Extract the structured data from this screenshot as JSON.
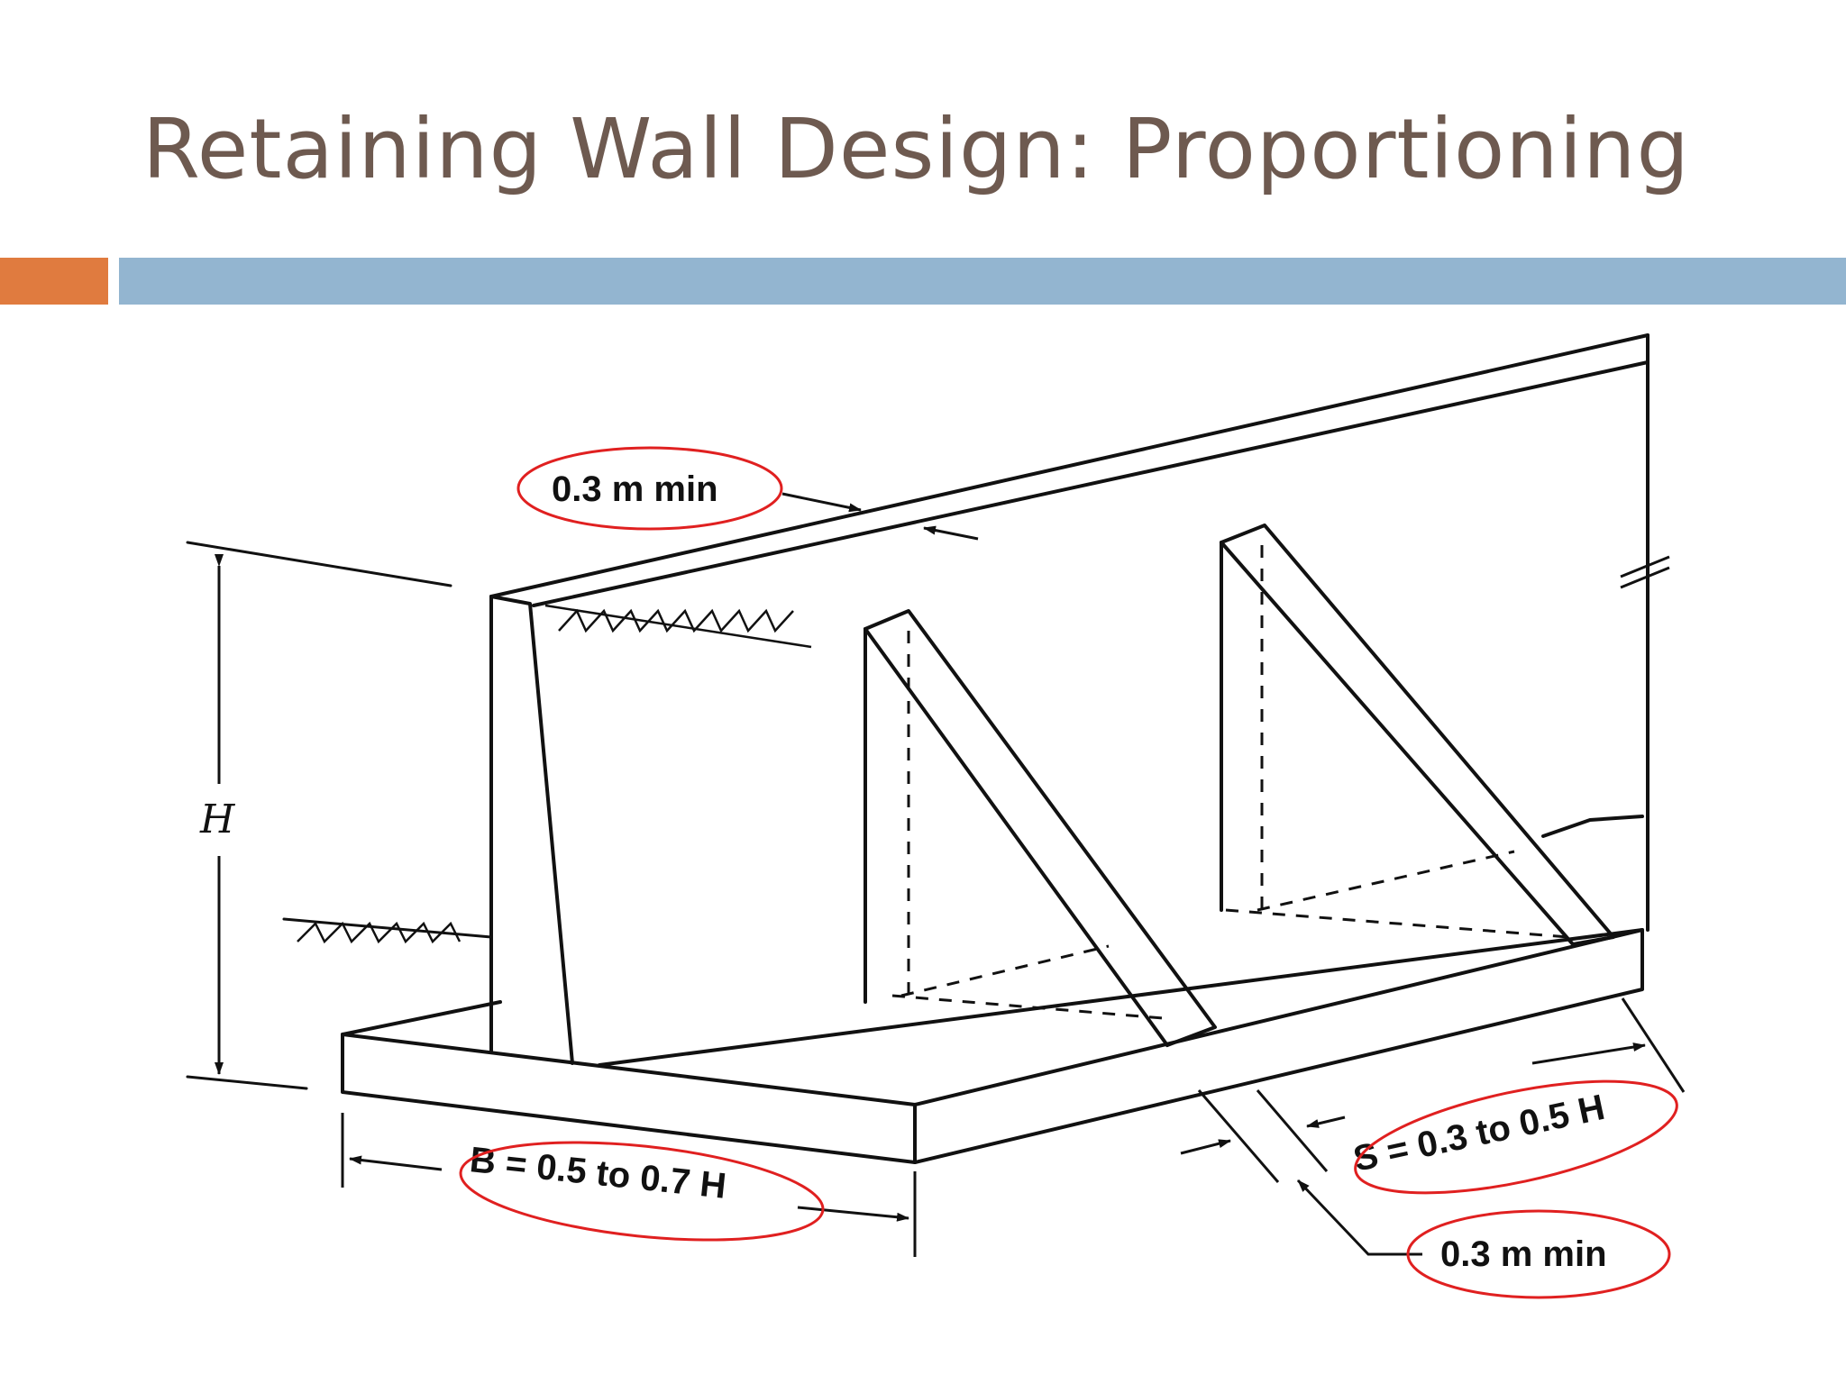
{
  "slide": {
    "title": "Retaining Wall Design: Proportioning"
  },
  "labels": {
    "height": "H",
    "stem_thickness": "0.3 m min",
    "base_width": "B = 0.5 to 0.7 H",
    "spacing": "S = 0.3 to 0.5 H",
    "counterfort_thickness": "0.3 m min"
  },
  "colors": {
    "title": "#6e5a50",
    "accent_orange": "#e07b3f",
    "accent_blue": "#93b5d0",
    "highlight": "#e02020"
  }
}
